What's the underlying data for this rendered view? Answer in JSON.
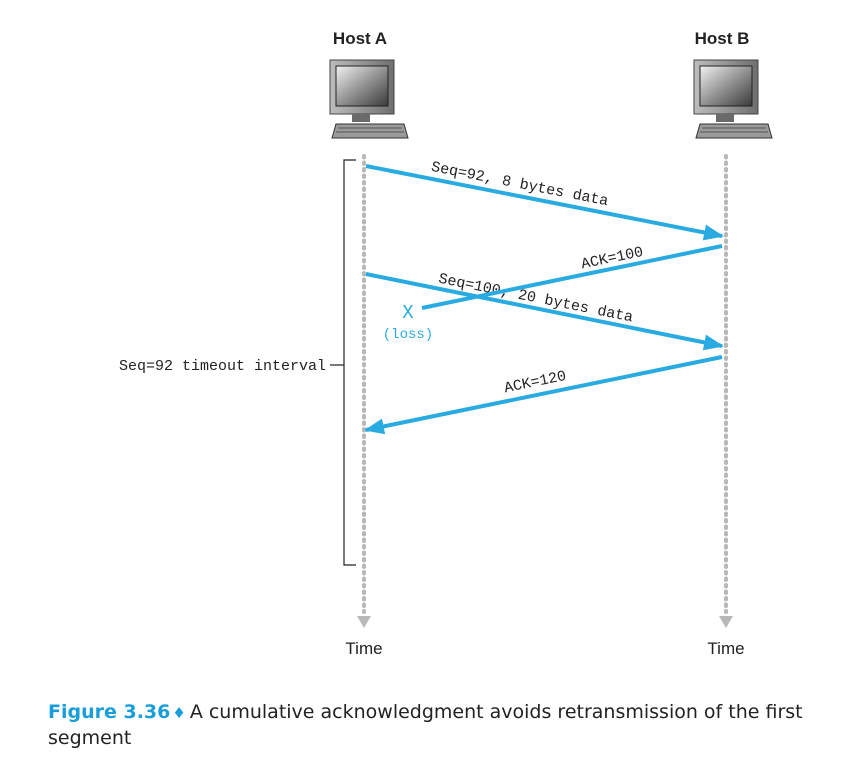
{
  "hosts": {
    "a": "Host A",
    "b": "Host B"
  },
  "time_labels": {
    "a": "Time",
    "b": "Time"
  },
  "messages": {
    "seq92": "Seq=92, 8 bytes data",
    "ack100": "ACK=100",
    "seq100": "Seq=100, 20 bytes data",
    "ack120": "ACK=120"
  },
  "loss": {
    "mark": "X",
    "label": "(loss)"
  },
  "timeout_label": "Seq=92 timeout interval",
  "caption": {
    "figure": "Figure 3.36",
    "text": "A cumulative acknowledgment avoids retransmission of the first segment"
  },
  "colors": {
    "arrow": "#29abe2",
    "timeline": "#b8b8b8",
    "caption_accent": "#1a9ed9"
  }
}
